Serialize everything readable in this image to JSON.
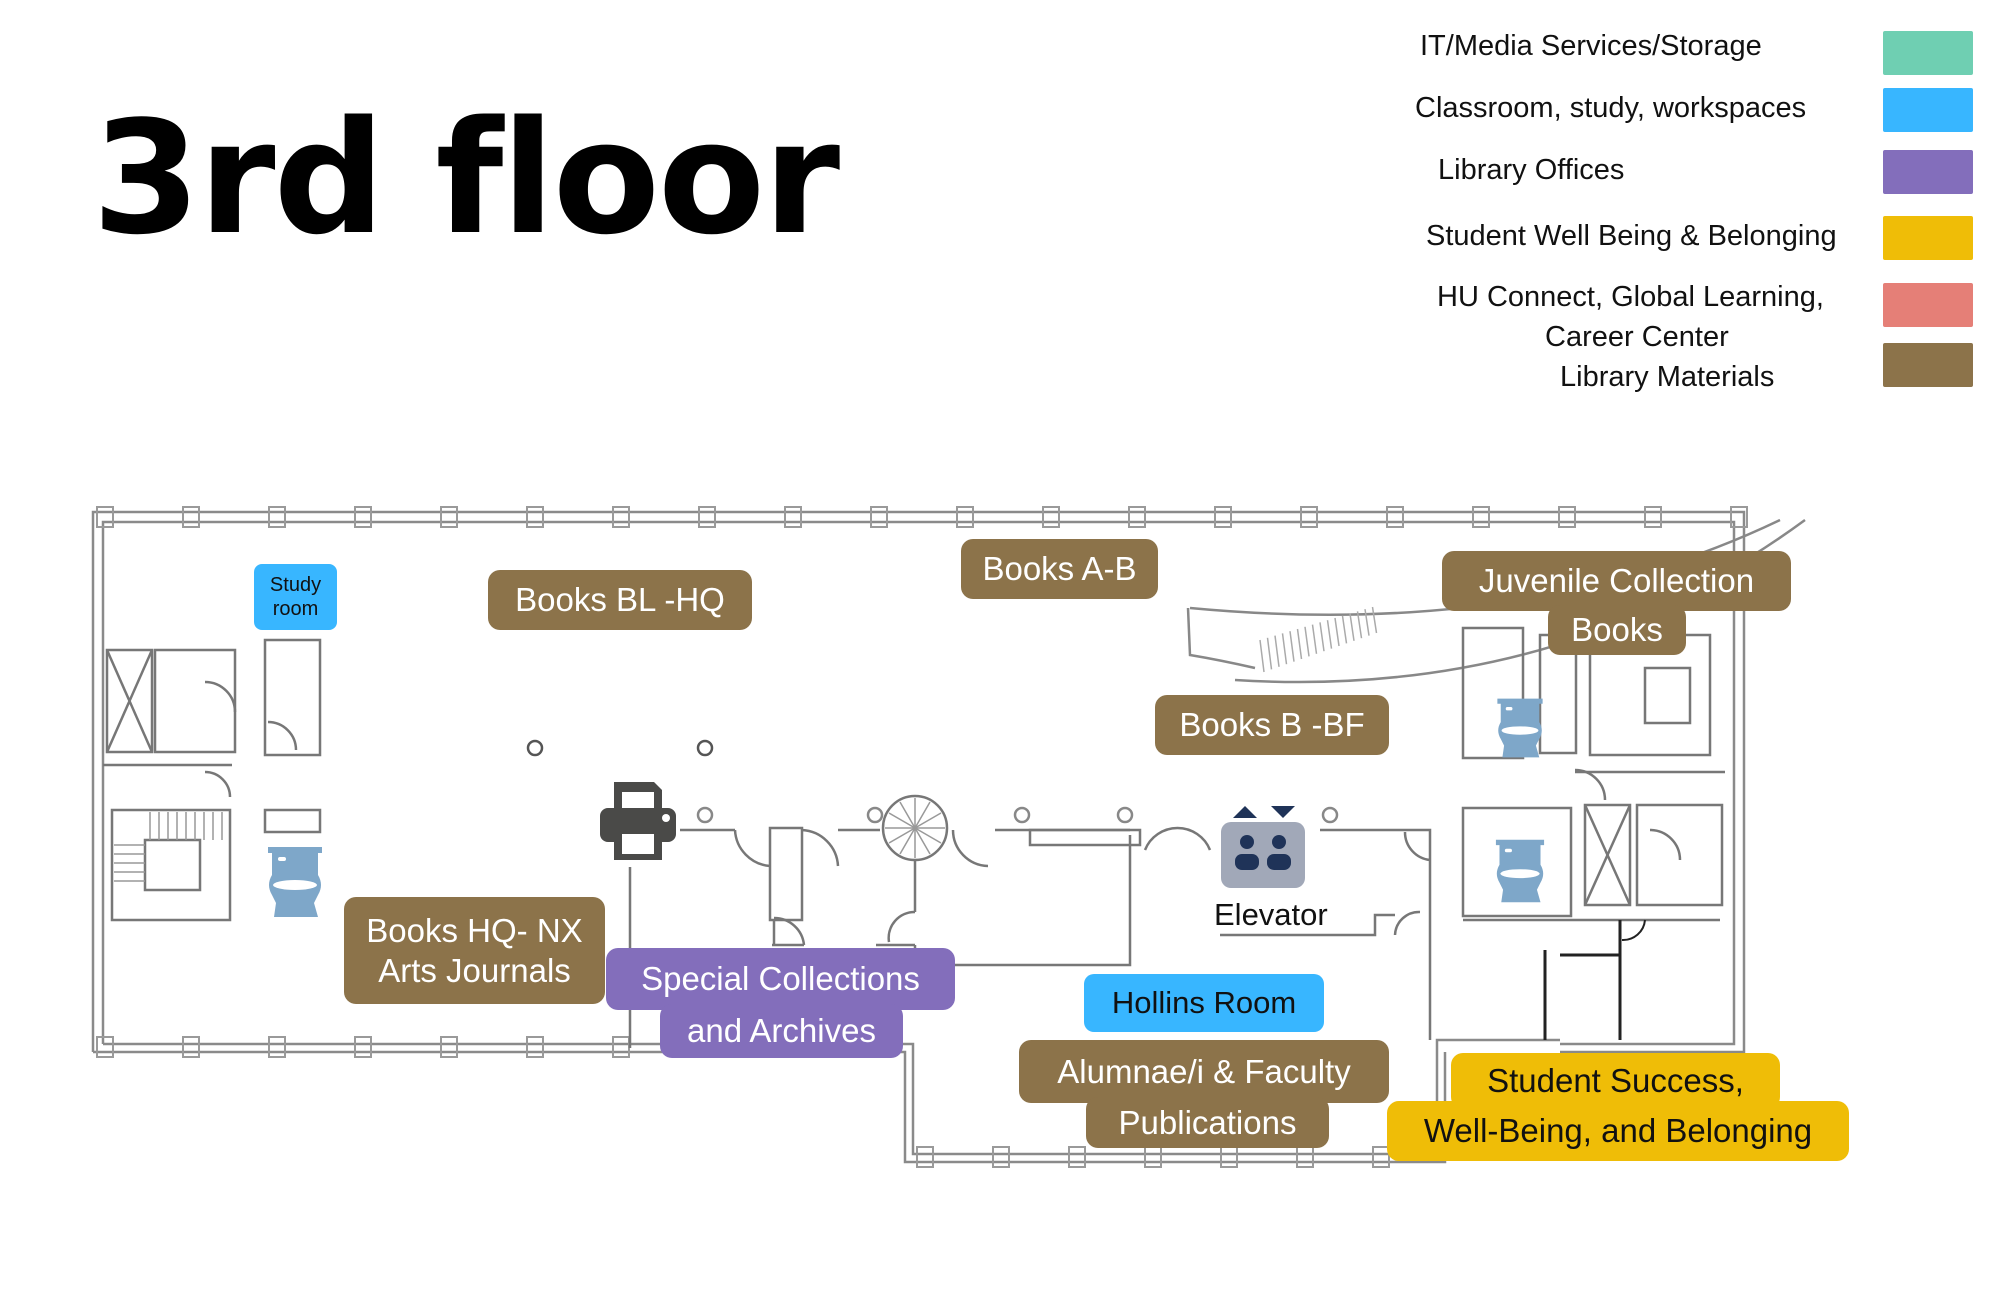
{
  "title": "3rd floor",
  "legend": [
    {
      "label": "IT/Media Services/Storage",
      "color": "#6fcfb2"
    },
    {
      "label": "Classroom, study, workspaces",
      "color": "#38b6ff"
    },
    {
      "label": "Library Offices",
      "color": "#836ebb"
    },
    {
      "label": "Student Well Being & Belonging",
      "color": "#efbd07"
    },
    {
      "label_line1": "HU Connect, Global Learning,",
      "label_line2": "Career Center",
      "color": "#e57f77"
    },
    {
      "label": "Library Materials",
      "color": "#8c734a"
    }
  ],
  "areas": {
    "study_room": {
      "line1": "Study",
      "line2": "room",
      "category": "Classroom, study, workspaces"
    },
    "books_bl_hq": {
      "label": "Books BL -HQ",
      "category": "Library Materials"
    },
    "books_a_b": {
      "label": "Books A-B",
      "category": "Library Materials"
    },
    "juvenile": {
      "line1": "Juvenile Collection",
      "line2": "Books",
      "category": "Library Materials"
    },
    "books_b_bf": {
      "label": "Books B -BF",
      "category": "Library Materials"
    },
    "books_hq_nx": {
      "line1": "Books HQ- NX",
      "line2": "Arts Journals",
      "category": "Library Materials"
    },
    "special_collections": {
      "line1": "Special Collections",
      "line2": "and Archives",
      "category": "Library Offices"
    },
    "hollins_room": {
      "label": "Hollins Room",
      "category": "Classroom, study, workspaces"
    },
    "alumnae_publications": {
      "line1": "Alumnae/i & Faculty",
      "line2": "Publications",
      "category": "Library Materials"
    },
    "student_success": {
      "line1": "Student Success,",
      "line2": "Well-Being, and Belonging",
      "category": "Student Well Being & Belonging"
    }
  },
  "amenities": {
    "elevator_label": "Elevator",
    "icons": [
      "printer-icon",
      "elevator-icon",
      "restroom-icon",
      "restroom-icon",
      "restroom-icon"
    ]
  }
}
